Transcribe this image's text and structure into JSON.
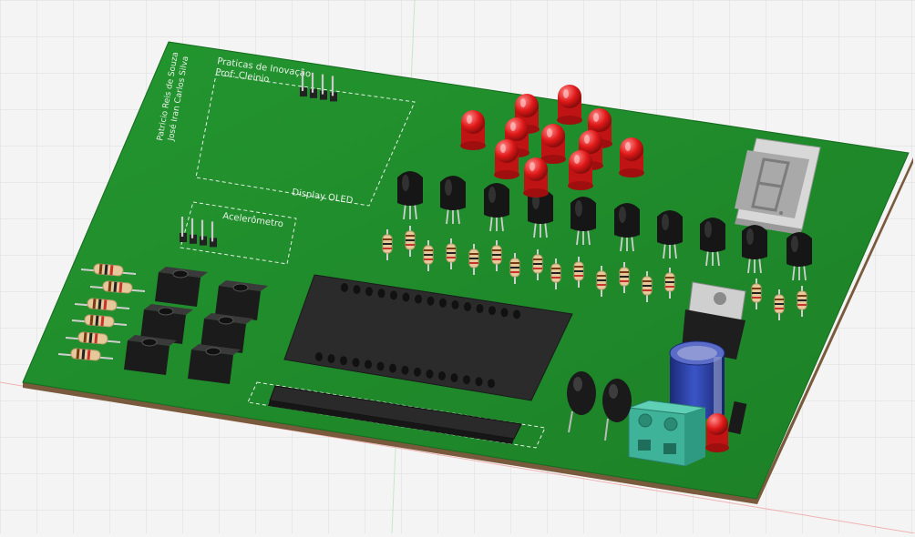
{
  "silkscreen": {
    "title_line1": "Praticas de Inovação",
    "title_line2": "Prof: Cleinio",
    "display_label": "Display OLED",
    "accel_label": "Acelerômetro",
    "author_line1": "Patricio Reis de Souza",
    "author_line2": "José Iran Carlos Silva"
  },
  "colors": {
    "board": "#1f8a2a",
    "board_dark": "#166b1f",
    "edge": "#7a5a3c",
    "silk": "#e8efe8",
    "led": "#e01818",
    "chip": "#2a2a2a",
    "terminal": "#3fb39a",
    "capacitor": "#2b3f9e"
  }
}
